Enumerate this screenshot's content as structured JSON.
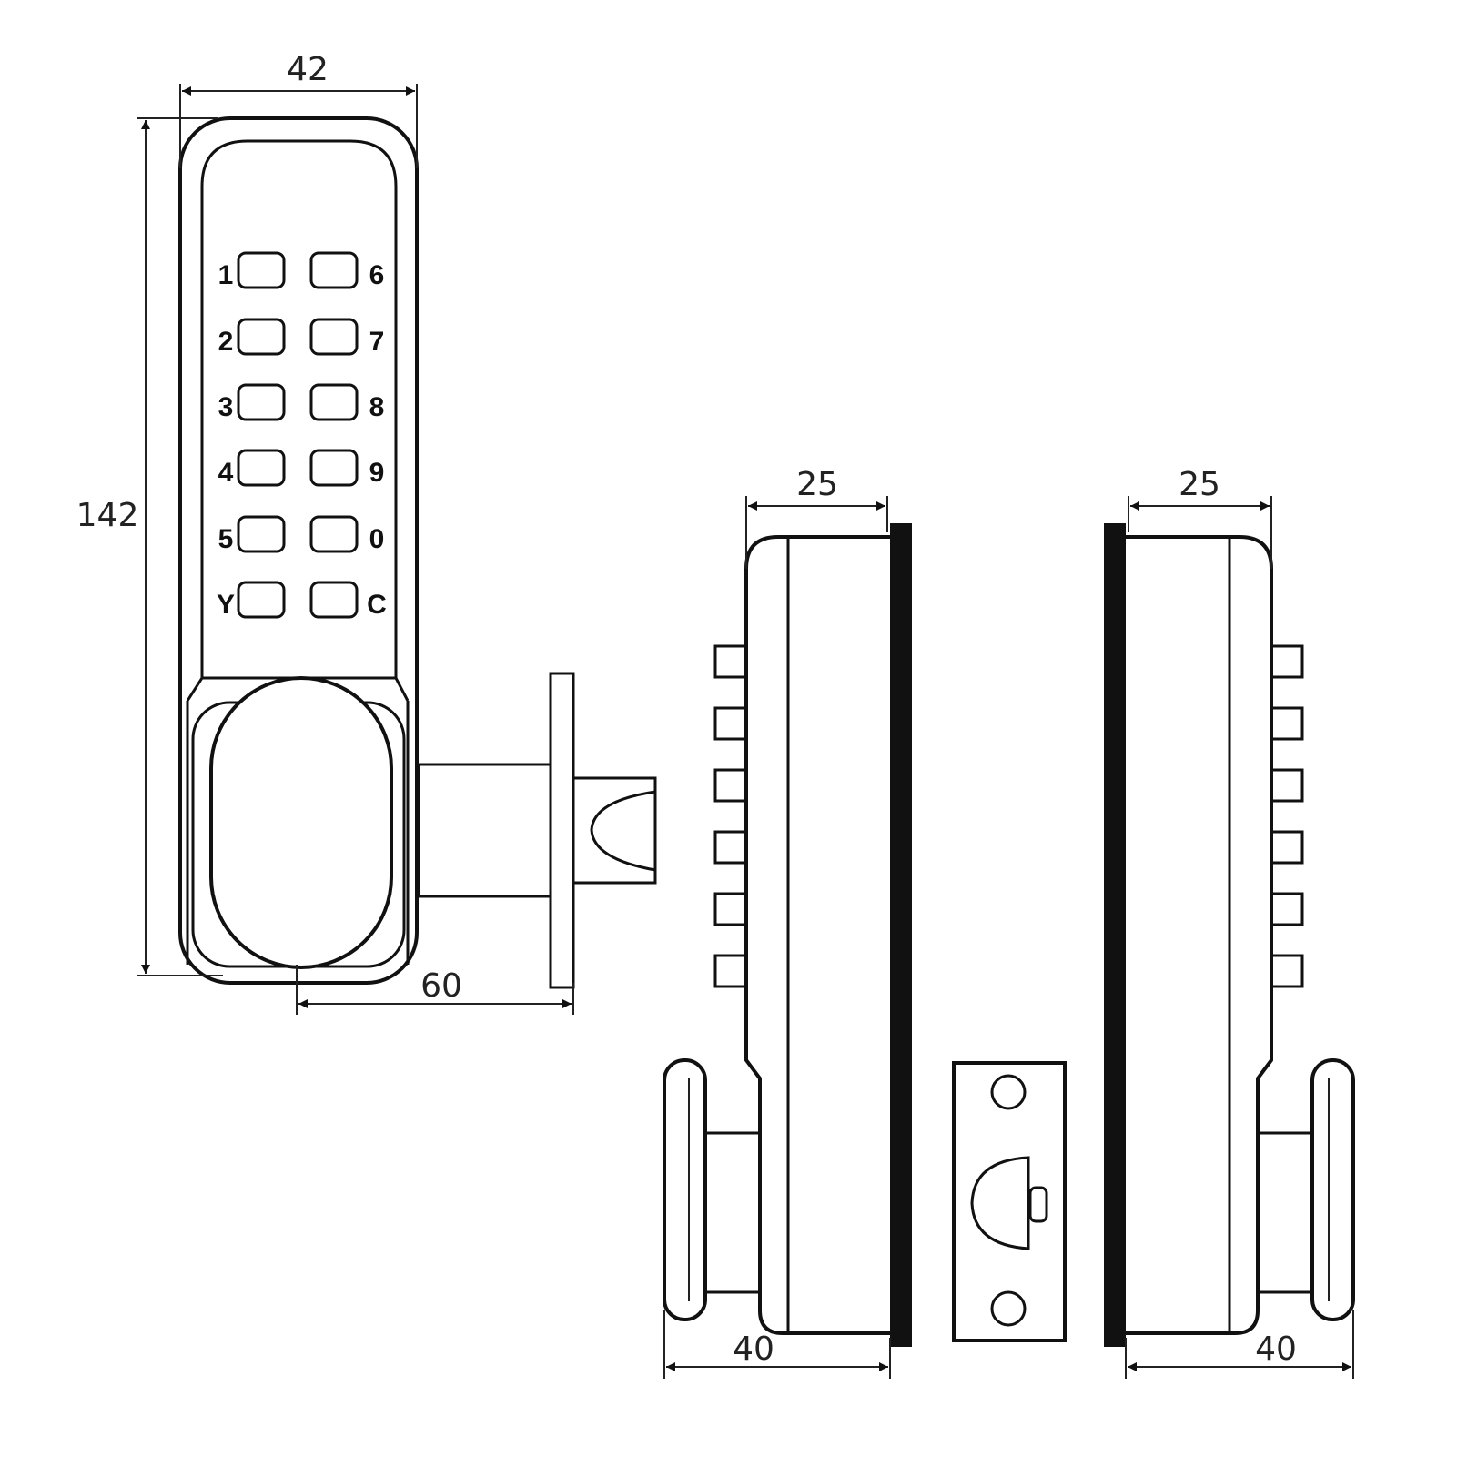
{
  "dimensions": {
    "width_front": "42",
    "height_front": "142",
    "bolt_length": "60",
    "depth_left": "25",
    "depth_right": "25",
    "knob_left": "40",
    "knob_right": "40"
  },
  "keypad": {
    "left_column": [
      "1",
      "2",
      "3",
      "4",
      "5",
      "Y"
    ],
    "right_column": [
      "6",
      "7",
      "8",
      "9",
      "0",
      "C"
    ]
  },
  "colors": {
    "line": "#111111",
    "background": "#ffffff"
  }
}
